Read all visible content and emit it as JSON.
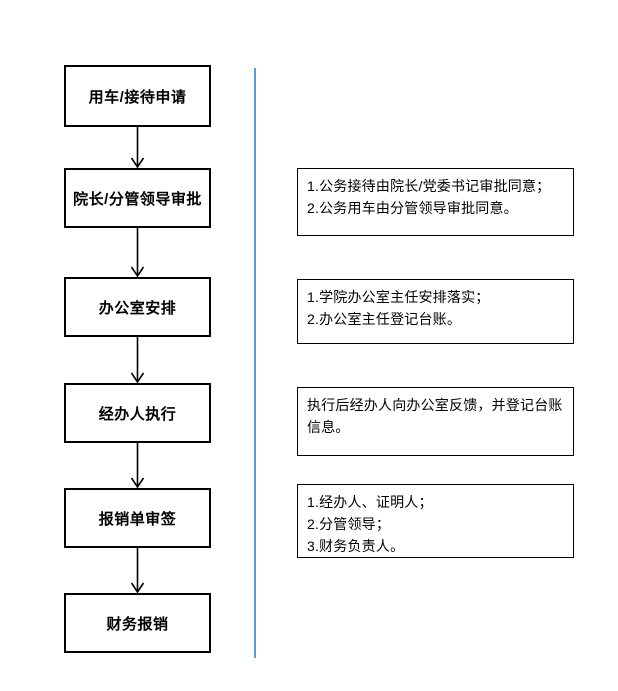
{
  "flow": {
    "steps": [
      {
        "label": "用车/接待申请"
      },
      {
        "label": "院长/分管领导审批"
      },
      {
        "label": "办公室安排"
      },
      {
        "label": "经办人执行"
      },
      {
        "label": "报销单审签"
      },
      {
        "label": "财务报销"
      }
    ]
  },
  "annotations": [
    {
      "lines": [
        "1.公务接待由院长/党委书记审批同意；",
        "2.公务用车由分管领导审批同意。"
      ]
    },
    {
      "lines": [
        "1.学院办公室主任安排落实；",
        "2.办公室主任登记台账。"
      ]
    },
    {
      "lines": [
        "执行后经办人向办公室反馈，并登记台账信息。"
      ]
    },
    {
      "lines": [
        "1.经办人、证明人；",
        "2.分管领导；",
        "3.财务负责人。"
      ]
    }
  ],
  "colors": {
    "divider": "#5B9BD5",
    "border": "#000000",
    "text": "#000000",
    "background": "#FFFFFF"
  }
}
